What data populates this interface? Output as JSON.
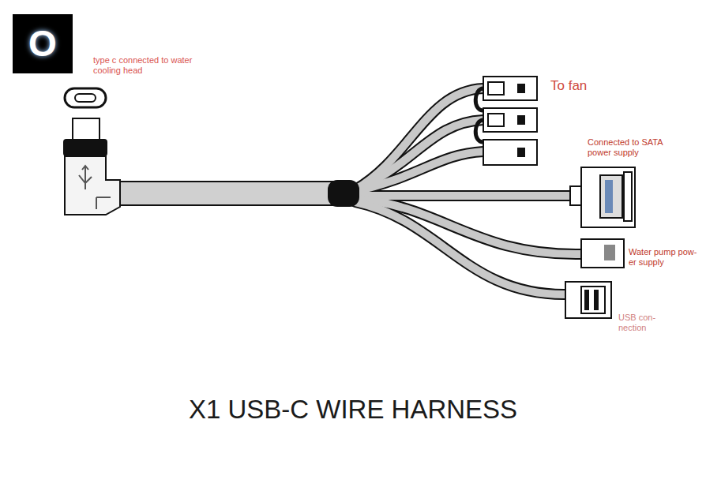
{
  "diagram": {
    "title": "X1 USB-C WIRE HARNESS",
    "labels": [
      "O",
      "type c connected to water cooling head",
      "To fan",
      "Connected to SATA power supply",
      "Water pump pow- er supply",
      "USB con- nection"
    ]
  }
}
